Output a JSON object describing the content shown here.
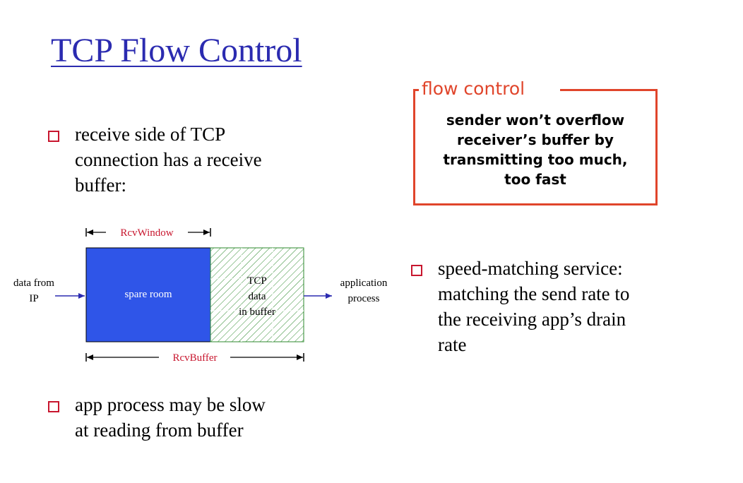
{
  "title": "TCP Flow Control",
  "bullets": [
    {
      "lines": [
        "receive side of TCP",
        "connection has a receive",
        "buffer:"
      ]
    },
    {
      "lines": [
        "app process may be slow",
        "at reading from buffer"
      ]
    },
    {
      "lines": [
        "speed-matching service:",
        "matching the send rate to",
        "the receiving app’s drain",
        "rate"
      ]
    }
  ],
  "callout": {
    "label": "flow control",
    "lines": [
      "sender won’t overflow",
      "receiver’s buffer by",
      "transmitting too much,",
      "too fast"
    ]
  },
  "diagram": {
    "rcv_window_label": "RcvWindow",
    "rcv_buffer_label": "RcvBuffer",
    "spare_room_label": "spare room",
    "tcp_data_lines": [
      "TCP",
      "data",
      "in buffer"
    ],
    "data_from_lines": [
      "data from",
      "IP"
    ],
    "application_lines": [
      "application",
      "process"
    ]
  },
  "colors": {
    "title": "#2b2bb0",
    "bullet_box": "#c8162e",
    "callout": "#e0452b",
    "spare_room": "#2f55e8",
    "buffer_hatch": "#2e8a2e",
    "diagram_label_red": "#c8162e",
    "arrow_blue": "#2b2bb0"
  }
}
